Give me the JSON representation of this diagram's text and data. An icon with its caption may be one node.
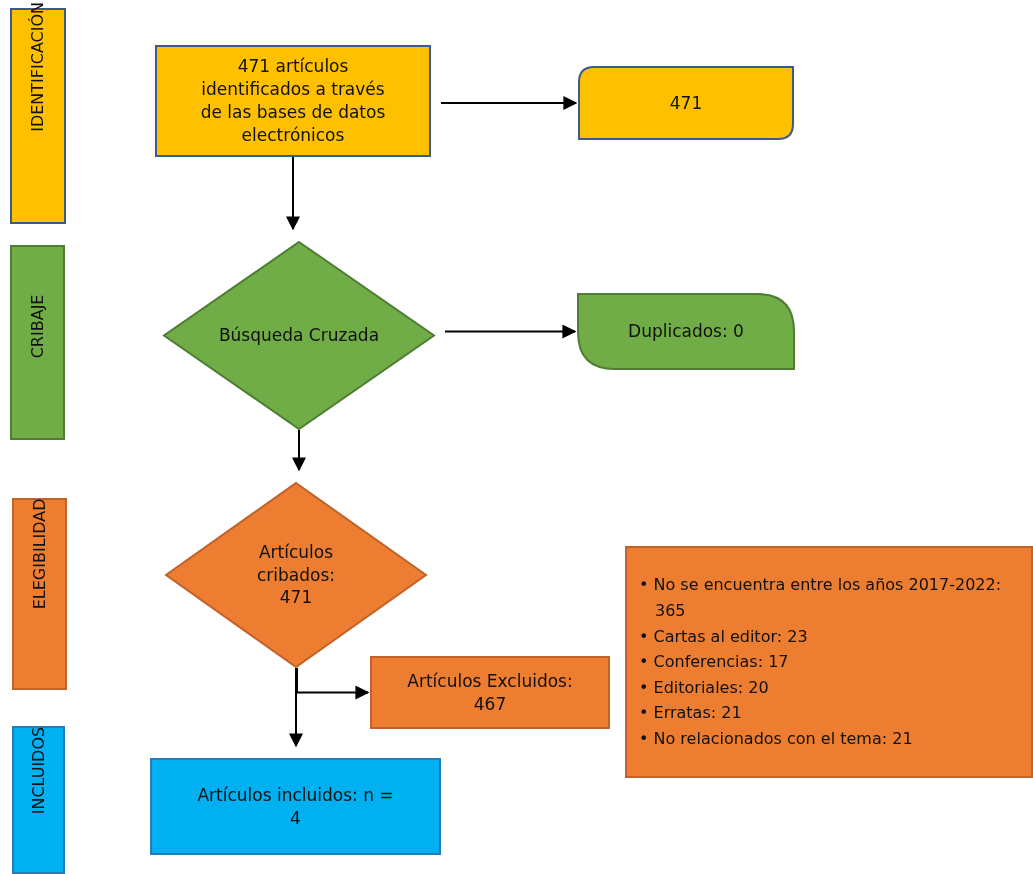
{
  "diagram": {
    "nodes": [
      {
        "text": [
          "IDENTIFICACIÓN"
        ]
      },
      {
        "text": [
          "471 artículos identificados a través de las bases de datos electrónicos"
        ]
      },
      {
        "text": [
          "471"
        ]
      },
      {
        "text": [
          "CRIBAJE"
        ]
      },
      {
        "text": [
          "Búsqueda Cruzada"
        ]
      },
      {
        "text": [
          "Duplicados: 0"
        ]
      },
      {
        "text": [
          "ELEGIBILIDAD"
        ]
      },
      {
        "text": [
          "Artículos cribados: 471"
        ]
      },
      {
        "text": [
          "Artículos Excluidos: 467"
        ]
      },
      {
        "text": [
          "• No se encuentra entre los años 2017-2022: 365",
          "• Cartas al editor: 23",
          "• Conferencias: 17",
          "• Editoriales: 20",
          "• Erratas: 21",
          "• No relacionados con el tema: 21"
        ]
      },
      {
        "text": [
          "INCLUIDOS"
        ]
      },
      {
        "text": [
          "Artículos incluidos: n = 4"
        ]
      }
    ],
    "edges": [
      {
        "from": 1,
        "to": 2,
        "arrow": "to"
      },
      {
        "from": 1,
        "to": 4,
        "arrow": "to"
      },
      {
        "from": 4,
        "to": 5,
        "arrow": "to"
      },
      {
        "from": 4,
        "to": 7,
        "arrow": "to"
      },
      {
        "from": 7,
        "to": 8,
        "arrow": "to"
      },
      {
        "from": 7,
        "to": 11,
        "arrow": "to"
      }
    ]
  }
}
